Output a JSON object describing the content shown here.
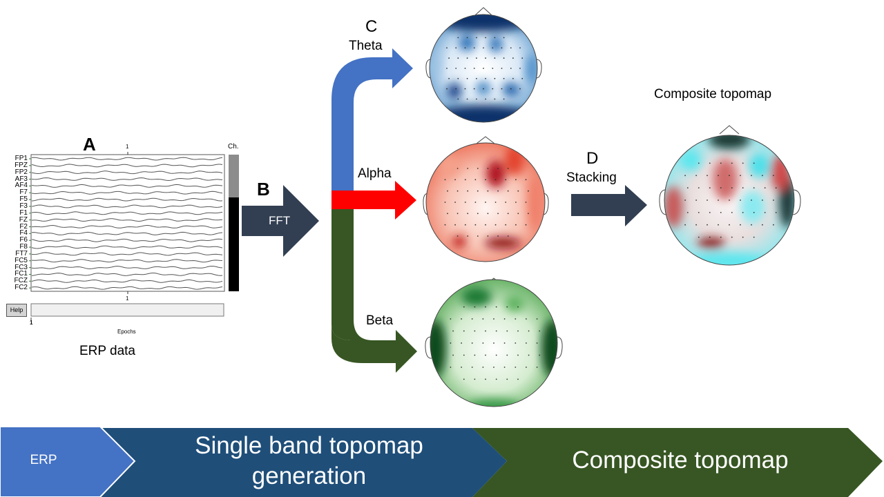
{
  "panels": {
    "a_label": "A",
    "b_label": "B",
    "c_label": "C",
    "d_label": "D"
  },
  "erp": {
    "caption": "ERP data",
    "channels": [
      "FP1",
      "FPZ",
      "FP2",
      "AF3",
      "AF4",
      "F7",
      "F5",
      "F3",
      "F1",
      "FZ",
      "F2",
      "F4",
      "F6",
      "F8",
      "FT7",
      "FC5",
      "FC3",
      "FC1",
      "FCZ",
      "FC2"
    ],
    "top_tick": "1",
    "bottom_tick": "1",
    "ch_label": "Ch.",
    "help_label": "Help",
    "epoch_tick": "1",
    "epochs_label": "Epochs"
  },
  "fft_label": "FFT",
  "bands": {
    "theta": "Theta",
    "alpha": "Alpha",
    "beta": "Beta"
  },
  "stacking_label": "Stacking",
  "composite_title": "Composite topomap",
  "bottom_bar": {
    "step1": "ERP",
    "step2_line1": "Single band topomap",
    "step2_line2": "generation",
    "step3": "Composite topomap"
  },
  "colors": {
    "theta_blue": "#4472c4",
    "alpha_red": "#ff0000",
    "beta_green": "#375623",
    "dark_arrow": "#323f52",
    "chevron_erp": "#4472c4",
    "chevron_single": "#1f4e79",
    "chevron_composite": "#375623"
  }
}
